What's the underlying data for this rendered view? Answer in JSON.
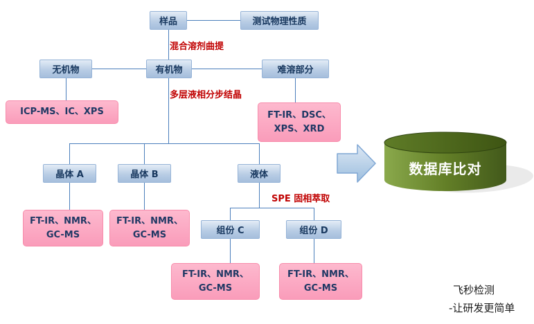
{
  "nodes": {
    "sample": "样品",
    "physical_test": "测试物理性质",
    "inorganic": "无机物",
    "organic": "有机物",
    "insoluble": "难溶部分",
    "crystal_a": "晶体 A",
    "crystal_b": "晶体 B",
    "liquid": "液体",
    "component_c": "组份 C",
    "component_d": "组份 D"
  },
  "analysis": {
    "inorganic_methods": "ICP-MS、IC、XPS",
    "insoluble_methods": "FT-IR、DSC、\nXPS、XRD",
    "crystal_a_methods": "FT-IR、NMR、\nGC-MS",
    "crystal_b_methods": "FT-IR、NMR、\nGC-MS",
    "component_c_methods": "FT-IR、NMR、\nGC-MS",
    "component_d_methods": "FT-IR、NMR、\nGC-MS"
  },
  "process_labels": {
    "mixed_solvent": "混合溶剂曲提",
    "crystallization": "多层液相分步结晶",
    "spe": "SPE 固相萃取"
  },
  "database": {
    "label": "数据库比对"
  },
  "watermark": {
    "line1": "飞秒检测",
    "line2": "-让研发更简单"
  },
  "colors": {
    "node_fill": "#b9cde5",
    "node_border": "#95b3d7",
    "node_text": "#17375e",
    "method_fill": "#fa9cba",
    "method_text": "#1f3864",
    "process_label_text": "#c00000",
    "connector": "#4a7ebb",
    "arrow_fill": "#c3d7ec",
    "cylinder_green": "#637f27",
    "cylinder_text": "#ffffff"
  }
}
